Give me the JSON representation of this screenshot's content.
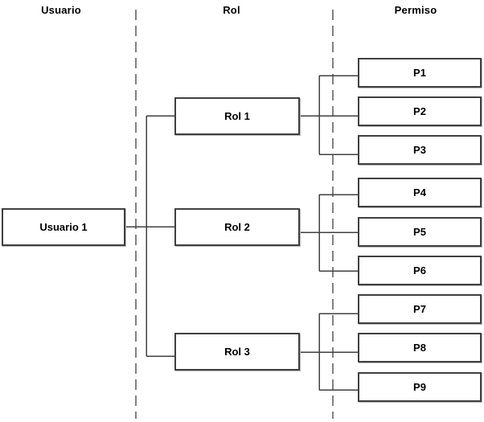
{
  "columns": [
    {
      "id": "usuario",
      "label": "Usuario"
    },
    {
      "id": "rol",
      "label": "Rol"
    },
    {
      "id": "permiso",
      "label": "Permiso"
    }
  ],
  "nodes": {
    "user": {
      "label": "Usuario 1"
    },
    "roles": [
      {
        "label": "Rol 1"
      },
      {
        "label": "Rol 2"
      },
      {
        "label": "Rol 3"
      }
    ],
    "permissions": [
      {
        "label": "P1"
      },
      {
        "label": "P2"
      },
      {
        "label": "P3"
      },
      {
        "label": "P4"
      },
      {
        "label": "P5"
      },
      {
        "label": "P6"
      },
      {
        "label": "P7"
      },
      {
        "label": "P8"
      },
      {
        "label": "P9"
      }
    ]
  },
  "relations": {
    "user_to_roles": {
      "Usuario 1": [
        "Rol 1",
        "Rol 2",
        "Rol 3"
      ]
    },
    "role_to_permissions": {
      "Rol 1": [
        "P1",
        "P2",
        "P3"
      ],
      "Rol 2": [
        "P4",
        "P5",
        "P6"
      ],
      "Rol 3": [
        "P7",
        "P8",
        "P9"
      ]
    }
  },
  "colors": {
    "background": "#ffffff",
    "box_fill": "#ffffff",
    "box_border": "#404040",
    "connector": "#404040",
    "dashed_separator": "#828282",
    "text": "#000000"
  }
}
